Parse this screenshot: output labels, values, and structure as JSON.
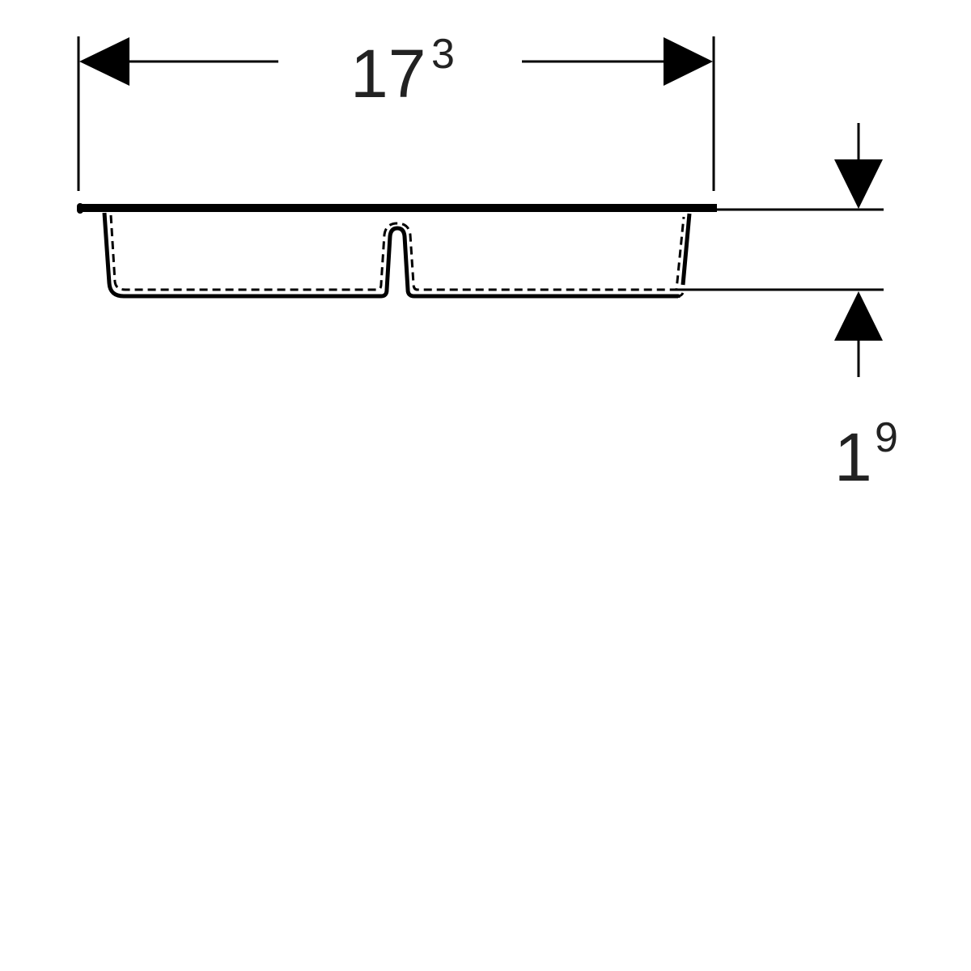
{
  "dimensions": {
    "width": {
      "main": "17",
      "sup": "3"
    },
    "height": {
      "main": "1",
      "sup": "9"
    }
  },
  "colors": {
    "line": "#000000",
    "text": "#222222",
    "background": "#ffffff"
  }
}
